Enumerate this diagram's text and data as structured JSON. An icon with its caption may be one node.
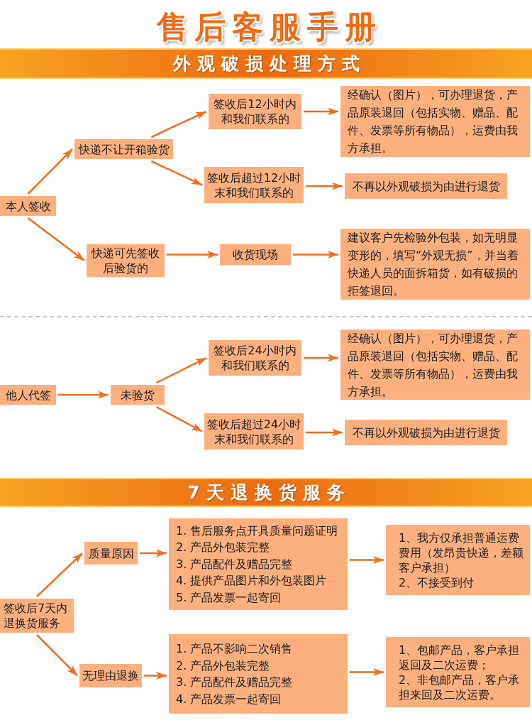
{
  "diagram": {
    "title": "售后客服手册",
    "nodes": [
      {
        "text": [
          "外观破损处理方式"
        ]
      },
      {
        "text": [
          "本人签收"
        ]
      },
      {
        "text": [
          "快递不让开箱验货"
        ]
      },
      {
        "text": [
          "签收后12小时内和我们联系的"
        ]
      },
      {
        "text": [
          "经确认（图片），可办理退货，产品原装退回（包括实物、赠品、配件、发票等所有物品），运费由我方承担。"
        ]
      },
      {
        "text": [
          "签收后超过12小时末和我们联系的"
        ]
      },
      {
        "text": [
          "不再以外观破损为由进行退货"
        ]
      },
      {
        "text": [
          "快递可先签收后验货的"
        ]
      },
      {
        "text": [
          "收货现场"
        ]
      },
      {
        "text": [
          "建议客户先检验外包装，如无明显变形的，填写“外观无损”，并当着快递人员的面拆箱货，如有破损的拒签退回。"
        ]
      },
      {
        "text": [
          "他人代签"
        ]
      },
      {
        "text": [
          "未验货"
        ]
      },
      {
        "text": [
          "签收后24小时内和我们联系的"
        ]
      },
      {
        "text": [
          "经确认（图片），可办理退货，产品原装退回（包括实物、赠品、配件、发票等所有物品），运费由我方承担。"
        ]
      },
      {
        "text": [
          "签收后超过24小时末和我们联系的"
        ]
      },
      {
        "text": [
          "不再以外观破损为由进行退货"
        ]
      },
      {
        "text": [
          "7天退换货服务"
        ]
      },
      {
        "text": [
          "签收后7天内退换货服务"
        ]
      },
      {
        "text": [
          "质量原因"
        ]
      },
      {
        "text": [
          "1. 售后服务点开具质量问题证明",
          "2. 产品外包装完整",
          "3. 产品配件及赠品完整",
          "4. 提供产品图片和外包装图片",
          "5. 产品发票一起寄回"
        ]
      },
      {
        "text": [
          "1、我方仅承担普通运费费用（发昂贵快递，差额客户承担）",
          "2、不接受到付"
        ]
      },
      {
        "text": [
          "无理由退换"
        ]
      },
      {
        "text": [
          "1. 产品不影响二次销售",
          "2. 产品外包装完整",
          "3. 产品配件及赠品完整",
          "4. 产品发票一起寄回"
        ]
      },
      {
        "text": [
          "1、包邮产品，客户承担返回及二次运费；",
          "2、非包邮产品，客户承担来回及二次运费。"
        ]
      }
    ],
    "edges": [
      {
        "from": 1,
        "to": 2,
        "arrow": "to"
      },
      {
        "from": 1,
        "to": 7,
        "arrow": "to"
      },
      {
        "from": 2,
        "to": 3,
        "arrow": "to"
      },
      {
        "from": 2,
        "to": 5,
        "arrow": "to"
      },
      {
        "from": 3,
        "to": 4,
        "arrow": "to"
      },
      {
        "from": 5,
        "to": 6,
        "arrow": "to"
      },
      {
        "from": 7,
        "to": 8,
        "arrow": "to"
      },
      {
        "from": 8,
        "to": 9,
        "arrow": "to"
      },
      {
        "from": 10,
        "to": 11,
        "arrow": "to"
      },
      {
        "from": 11,
        "to": 12,
        "arrow": "to"
      },
      {
        "from": 11,
        "to": 14,
        "arrow": "to"
      },
      {
        "from": 12,
        "to": 13,
        "arrow": "to"
      },
      {
        "from": 14,
        "to": 15,
        "arrow": "to"
      },
      {
        "from": 17,
        "to": 18,
        "arrow": "to"
      },
      {
        "from": 17,
        "to": 21,
        "arrow": "to"
      },
      {
        "from": 18,
        "to": 19,
        "arrow": "to"
      },
      {
        "from": 19,
        "to": 20,
        "arrow": "to"
      },
      {
        "from": 21,
        "to": 22,
        "arrow": "to"
      },
      {
        "from": 22,
        "to": 23,
        "arrow": "to"
      }
    ]
  }
}
